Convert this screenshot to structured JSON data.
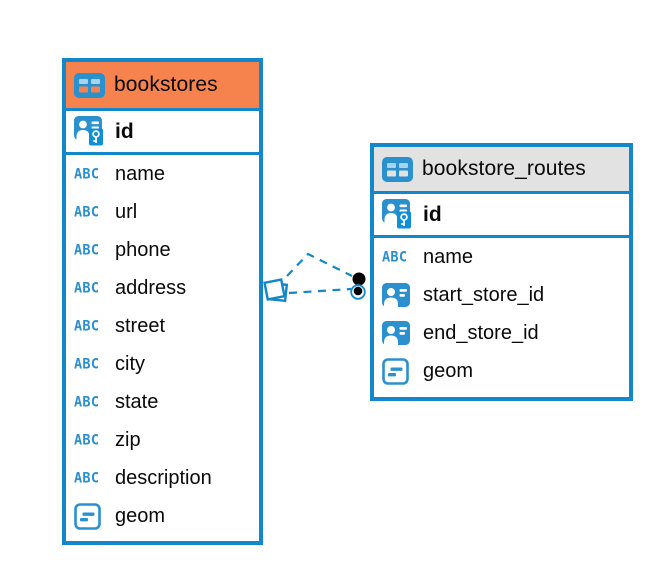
{
  "colors": {
    "accent_blue": "#1287c9",
    "icon_blue": "#2b90ce",
    "badge_blue": "#0e8fd6",
    "icon_cell_light": "#a6d3ee",
    "header_orange": "#f6824d",
    "header_grey": "#e2e2e2",
    "text_black": "#0a0a0a"
  },
  "icons": {
    "text_type_label": "ABC"
  },
  "tables": [
    {
      "title": "bookstores",
      "header_style": "orange",
      "primary_key": {
        "name": "id",
        "icon": "primary-key-icon"
      },
      "columns": [
        {
          "name": "name",
          "icon": "text-type-icon"
        },
        {
          "name": "url",
          "icon": "text-type-icon"
        },
        {
          "name": "phone",
          "icon": "text-type-icon"
        },
        {
          "name": "address",
          "icon": "text-type-icon"
        },
        {
          "name": "street",
          "icon": "text-type-icon"
        },
        {
          "name": "city",
          "icon": "text-type-icon"
        },
        {
          "name": "state",
          "icon": "text-type-icon"
        },
        {
          "name": "zip",
          "icon": "text-type-icon"
        },
        {
          "name": "description",
          "icon": "text-type-icon"
        },
        {
          "name": "geom",
          "icon": "object-type-icon"
        }
      ]
    },
    {
      "title": "bookstore_routes",
      "header_style": "grey",
      "primary_key": {
        "name": "id",
        "icon": "primary-key-icon"
      },
      "columns": [
        {
          "name": "name",
          "icon": "text-type-icon"
        },
        {
          "name": "start_store_id",
          "icon": "reference-type-icon"
        },
        {
          "name": "end_store_id",
          "icon": "reference-type-icon"
        },
        {
          "name": "geom",
          "icon": "object-type-icon"
        }
      ]
    }
  ],
  "relationship": {
    "from_table": "bookstores",
    "to_table": "bookstore_routes",
    "line_style": "dashed"
  }
}
